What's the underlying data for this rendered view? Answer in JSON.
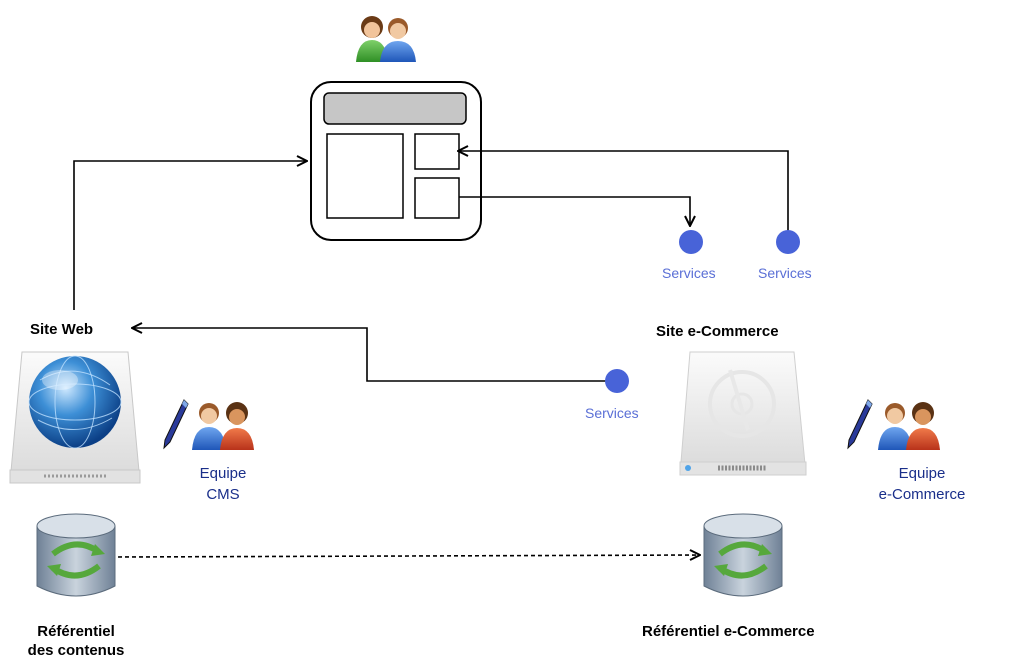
{
  "diagram": {
    "site_web_label": "Site Web",
    "site_ecommerce_label": "Site e-Commerce",
    "services_labels": [
      "Services",
      "Services",
      "Services"
    ],
    "team_cms": [
      "Equipe",
      "CMS"
    ],
    "team_ecommerce": [
      "Equipe",
      "e-Commerce"
    ],
    "ref_contenus": [
      "Référentiel",
      "des contenus"
    ],
    "ref_ecommerce": "Référentiel e-Commerce"
  },
  "colors": {
    "service_dot": "#4863d8",
    "service_text": "#5a6fd6",
    "team_text": "#1a2f8a",
    "line": "#000000"
  },
  "icons": [
    "users-icon",
    "portal-page-icon",
    "globe-server-icon",
    "server-icon",
    "pen-icon",
    "database-sync-icon"
  ]
}
